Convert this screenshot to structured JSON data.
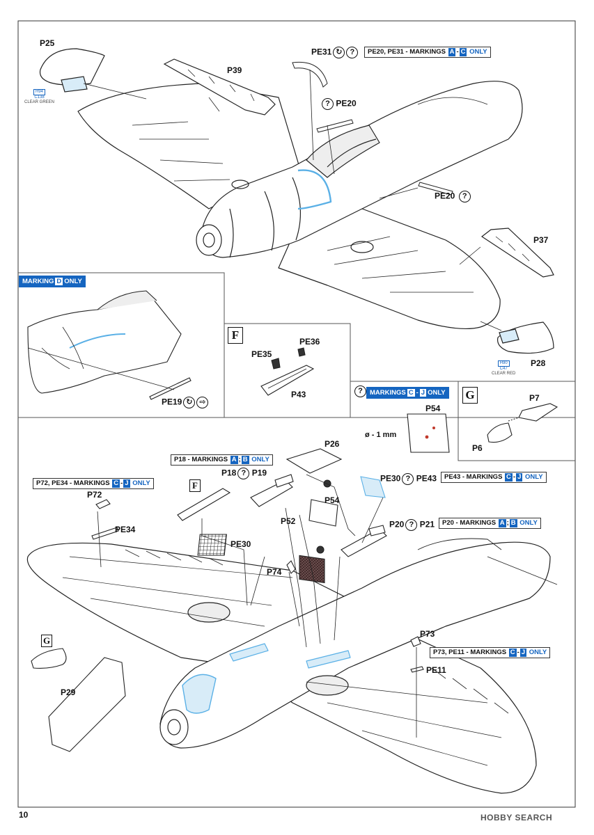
{
  "page_number": "10",
  "watermark": "HOBBY SEARCH",
  "help_icon": "?",
  "bend_icon": "↻",
  "rotate_icon": "⇨",
  "colors": {
    "accent": "#1565c0",
    "clear_part": "#d8ecf8",
    "mesh": "#3a2a2a",
    "line": "#222222"
  },
  "top_section": {
    "labels": {
      "p25": "P25",
      "p39": "P39",
      "pe31": "PE31",
      "pe20a": "PE20",
      "pe20b": "PE20",
      "p37": "P37",
      "p28": "P28"
    },
    "pe31_box": {
      "prefix": "PE20, PE31 - MARKINGS",
      "mk1": "A",
      "dash": "-",
      "mk2": "C",
      "suffix": "ONLY"
    },
    "paint_p25": {
      "code1": "H94",
      "code2": "C138",
      "text": "CLEAR GREEN"
    },
    "paint_p28": {
      "code1": "H90",
      "code2": "C47",
      "text": "CLEAR RED"
    }
  },
  "inset_d": {
    "header": {
      "prefix": "MARKING",
      "mk": "D",
      "suffix": "ONLY"
    },
    "pe19": "PE19"
  },
  "inset_f": {
    "step": "F",
    "pe35": "PE35",
    "pe36": "PE36",
    "p43": "P43"
  },
  "inset_cj": {
    "header": {
      "prefix": "MARKINGS",
      "mk1": "C",
      "dash": "-",
      "mk2": "J",
      "suffix": "ONLY"
    },
    "p54": "P54",
    "drill": "ø - 1 mm"
  },
  "inset_g": {
    "step": "G",
    "p7": "P7",
    "p6": "P6"
  },
  "bottom_section": {
    "labels": {
      "p26": "P26",
      "p18": "P18",
      "p19": "P19",
      "pe30a": "PE30",
      "pe43": "PE43",
      "p72": "P72",
      "pe34": "PE34",
      "p54": "P54",
      "p52": "P52",
      "pe30b": "PE30",
      "p20": "P20",
      "p21": "P21",
      "p74": "P74",
      "p73": "P73",
      "pe11": "PE11",
      "p29": "P29"
    },
    "step_f": "F",
    "step_g": "G",
    "box_p18": {
      "prefix": "P18 - MARKINGS",
      "mk1": "A",
      "sep": ";",
      "mk2": "B",
      "suffix": "ONLY"
    },
    "box_p72": {
      "prefix": "P72, PE34 - MARKINGS",
      "mk1": "C",
      "dash": "-",
      "mk2": "J",
      "suffix": "ONLY"
    },
    "box_pe43": {
      "prefix": "PE43 - MARKINGS",
      "mk1": "C",
      "dash": "-",
      "mk2": "J",
      "suffix": "ONLY"
    },
    "box_p20": {
      "prefix": "P20 - MARKINGS",
      "mk1": "A",
      "sep": ";",
      "mk2": "B",
      "suffix": "ONLY"
    },
    "box_p73": {
      "prefix": "P73, PE11 - MARKINGS",
      "mk1": "C",
      "dash": "-",
      "mk2": "J",
      "suffix": "ONLY"
    }
  }
}
